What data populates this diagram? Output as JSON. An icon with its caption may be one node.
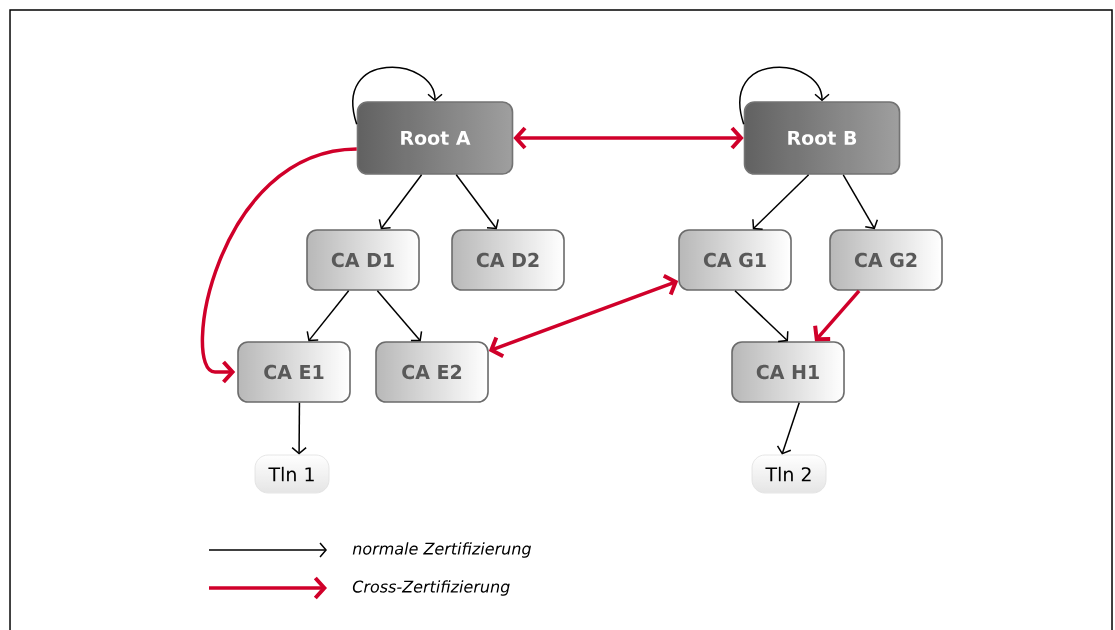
{
  "diagram": {
    "nodes": [
      {
        "text": [
          "Root A"
        ]
      },
      {
        "text": [
          "Root B"
        ]
      },
      {
        "text": [
          "CA D1"
        ]
      },
      {
        "text": [
          "CA D2"
        ]
      },
      {
        "text": [
          "CA G1"
        ]
      },
      {
        "text": [
          "CA G2"
        ]
      },
      {
        "text": [
          "CA E1"
        ]
      },
      {
        "text": [
          "CA E2"
        ]
      },
      {
        "text": [
          "CA H1"
        ]
      },
      {
        "text": [
          "Tln 1"
        ]
      },
      {
        "text": [
          "Tln 2"
        ]
      }
    ],
    "edges": [
      {
        "from": 0,
        "to": 0,
        "arrow": "to"
      },
      {
        "from": 1,
        "to": 1,
        "arrow": "to"
      },
      {
        "from": 0,
        "to": 1,
        "arrow": "both",
        "style": "thick",
        "color": "#d0002a"
      },
      {
        "from": 0,
        "to": 2,
        "arrow": "to"
      },
      {
        "from": 0,
        "to": 3,
        "arrow": "to"
      },
      {
        "from": 1,
        "to": 4,
        "arrow": "to"
      },
      {
        "from": 1,
        "to": 5,
        "arrow": "to"
      },
      {
        "from": 0,
        "to": 6,
        "arrow": "to",
        "style": "thick",
        "color": "#d0002a"
      },
      {
        "from": 2,
        "to": 6,
        "arrow": "to"
      },
      {
        "from": 2,
        "to": 7,
        "arrow": "to"
      },
      {
        "from": 7,
        "to": 4,
        "arrow": "both",
        "style": "thick",
        "color": "#d0002a"
      },
      {
        "from": 4,
        "to": 8,
        "arrow": "to"
      },
      {
        "from": 5,
        "to": 8,
        "arrow": "to",
        "style": "thick",
        "color": "#d0002a"
      },
      {
        "from": 6,
        "to": 9,
        "arrow": "to"
      },
      {
        "from": 8,
        "to": 10,
        "arrow": "to"
      }
    ],
    "legend": [
      {
        "text": "normale Zertifizierung"
      },
      {
        "text": "Cross-Zertifizierung"
      }
    ]
  }
}
